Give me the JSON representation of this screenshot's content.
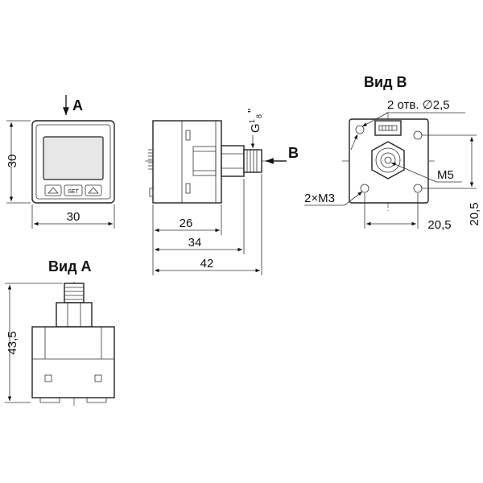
{
  "labels": {
    "view_a_marker": "A",
    "view_b_marker": "B",
    "view_a_title": "Вид A",
    "view_b_title": "Вид B",
    "set_button": "SET",
    "dim_front_height": "30",
    "dim_front_width": "30",
    "dim_side_26": "26",
    "dim_side_34": "34",
    "dim_side_42": "42",
    "thread_g": "G",
    "thread_superscript": "1",
    "thread_subscript": "8",
    "thread_quote": "\"",
    "dim_view_a_height": "43,5",
    "holes_note": "2 отв. ∅2,5",
    "m5_label": "M5",
    "m3_label": "2×M3",
    "dim_view_b_width": "20,5",
    "dim_view_b_height": "20,5"
  }
}
